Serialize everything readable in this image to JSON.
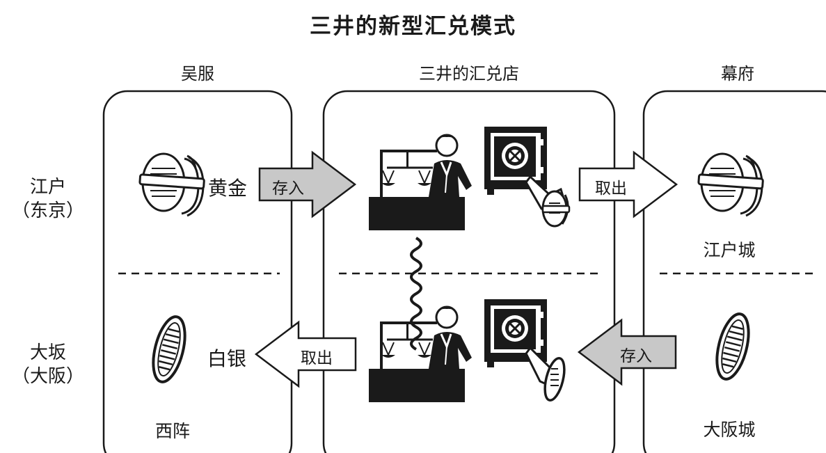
{
  "title": "三井的新型汇兑模式",
  "columns": {
    "left": "吴服",
    "center": "三井的汇兑店",
    "right": "幕府"
  },
  "rows": {
    "top": [
      "江户",
      "（东京）"
    ],
    "bottom": [
      "大坂",
      "（大阪）"
    ]
  },
  "goods": {
    "gold": "黄金",
    "silver": "白银"
  },
  "arrows": {
    "deposit_top": "存入",
    "withdraw_top": "取出",
    "withdraw_bottom": "取出",
    "deposit_bottom": "存入"
  },
  "places": {
    "nishijin": "西阵",
    "edo_castle": "江户城",
    "osaka_castle": "大阪城"
  },
  "icons": {
    "gold_coins": "stacked-oval-gold-coins-icon",
    "silver_coin": "oval-silver-coin-icon",
    "clerk": "merchant-clerk-icon",
    "scale": "balance-scale-icon",
    "counter": "counter-desk-icon",
    "safe": "safe-icon",
    "hand": "hand-with-coin-icon",
    "wave": "wavy-link-icon"
  },
  "colors": {
    "ink": "#1a1a1a",
    "arrow_fill_grey": "#c8c8c8",
    "arrow_fill_white": "#ffffff"
  }
}
